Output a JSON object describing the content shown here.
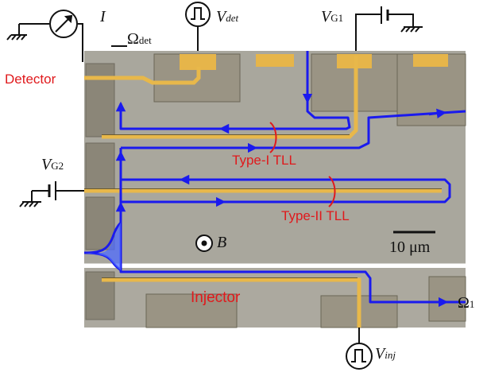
{
  "labels": {
    "current": "I",
    "omega_det": "Ω",
    "omega_det_sub": "det",
    "v_det": "V",
    "v_det_sub": "det",
    "v_g1": "V",
    "v_g1_sub": "G1",
    "v_g2": "V",
    "v_g2_sub": "G2",
    "v_inj": "V",
    "v_inj_sub": "inj",
    "omega_1": "Ω",
    "omega_1_sub": "1",
    "magnetic_field": "B"
  },
  "region_labels": {
    "detector": "Detector",
    "type1": "Type-I TLL",
    "type2": "Type-II TLL",
    "injector": "Injector"
  },
  "scale_bar": {
    "text": "10 μm"
  },
  "colors": {
    "edge_channel": "#1a1aee",
    "annotation_red": "#e0191c",
    "gold": "#e8b84a",
    "substrate": "#a8a69a",
    "sample_dark": "#8a8474"
  }
}
